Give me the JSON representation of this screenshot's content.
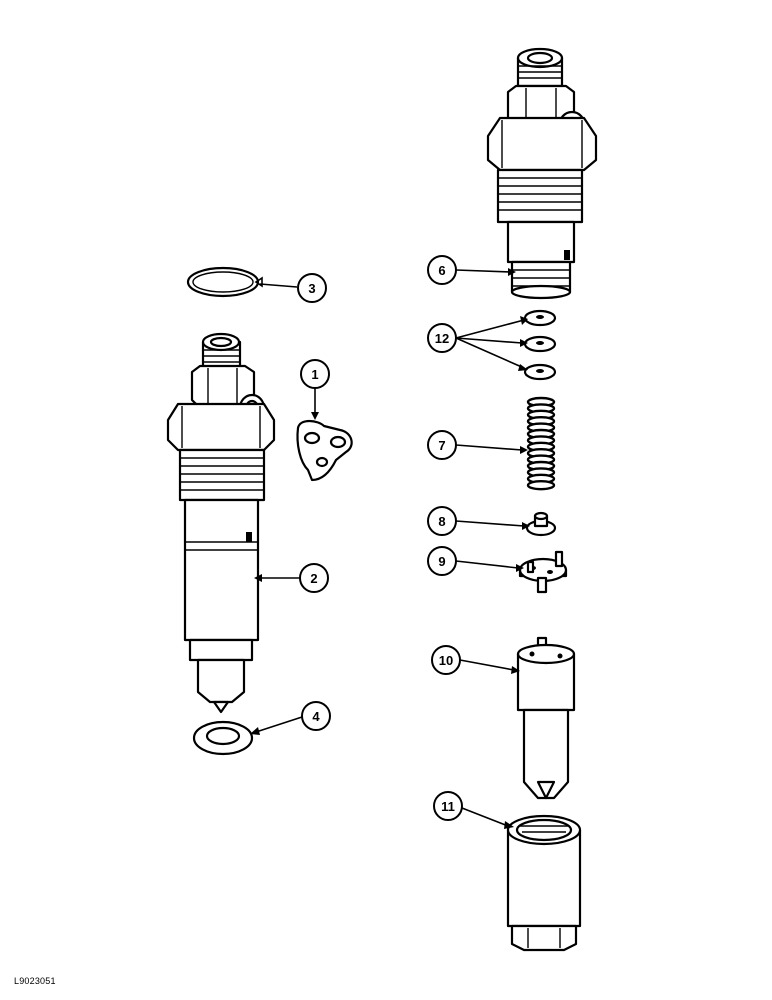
{
  "figure": {
    "reference_code": "L9023051",
    "callouts": [
      {
        "id": "c1",
        "label": "1"
      },
      {
        "id": "c2",
        "label": "2"
      },
      {
        "id": "c3",
        "label": "3"
      },
      {
        "id": "c4",
        "label": "4"
      },
      {
        "id": "c6",
        "label": "6"
      },
      {
        "id": "c7",
        "label": "7"
      },
      {
        "id": "c8",
        "label": "8"
      },
      {
        "id": "c9",
        "label": "9"
      },
      {
        "id": "c10",
        "label": "10"
      },
      {
        "id": "c11",
        "label": "11"
      },
      {
        "id": "c12",
        "label": "12"
      }
    ]
  }
}
